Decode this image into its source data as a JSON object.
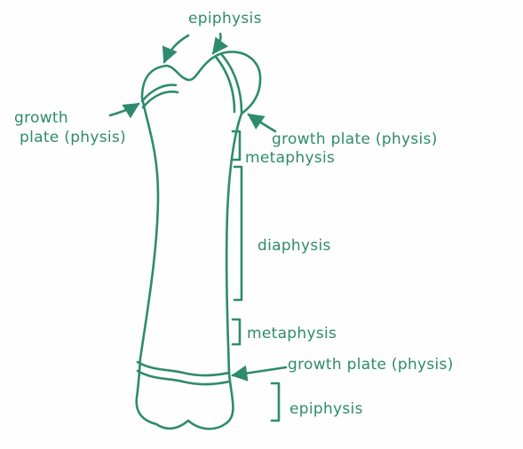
{
  "colors": {
    "ink": "#2e8b6d",
    "paper": "#fefefe"
  },
  "labels": {
    "epiphysis_top": "epiphysis",
    "growth_plate_left_line1": "growth",
    "growth_plate_left_line2": "plate (physis)",
    "growth_plate_right": "growth plate (physis)",
    "metaphysis_top": "metaphysis",
    "diaphysis": "diaphysis",
    "metaphysis_bottom": "metaphysis",
    "growth_plate_bottom": "growth plate (physis)",
    "epiphysis_bottom": "epiphysis"
  }
}
